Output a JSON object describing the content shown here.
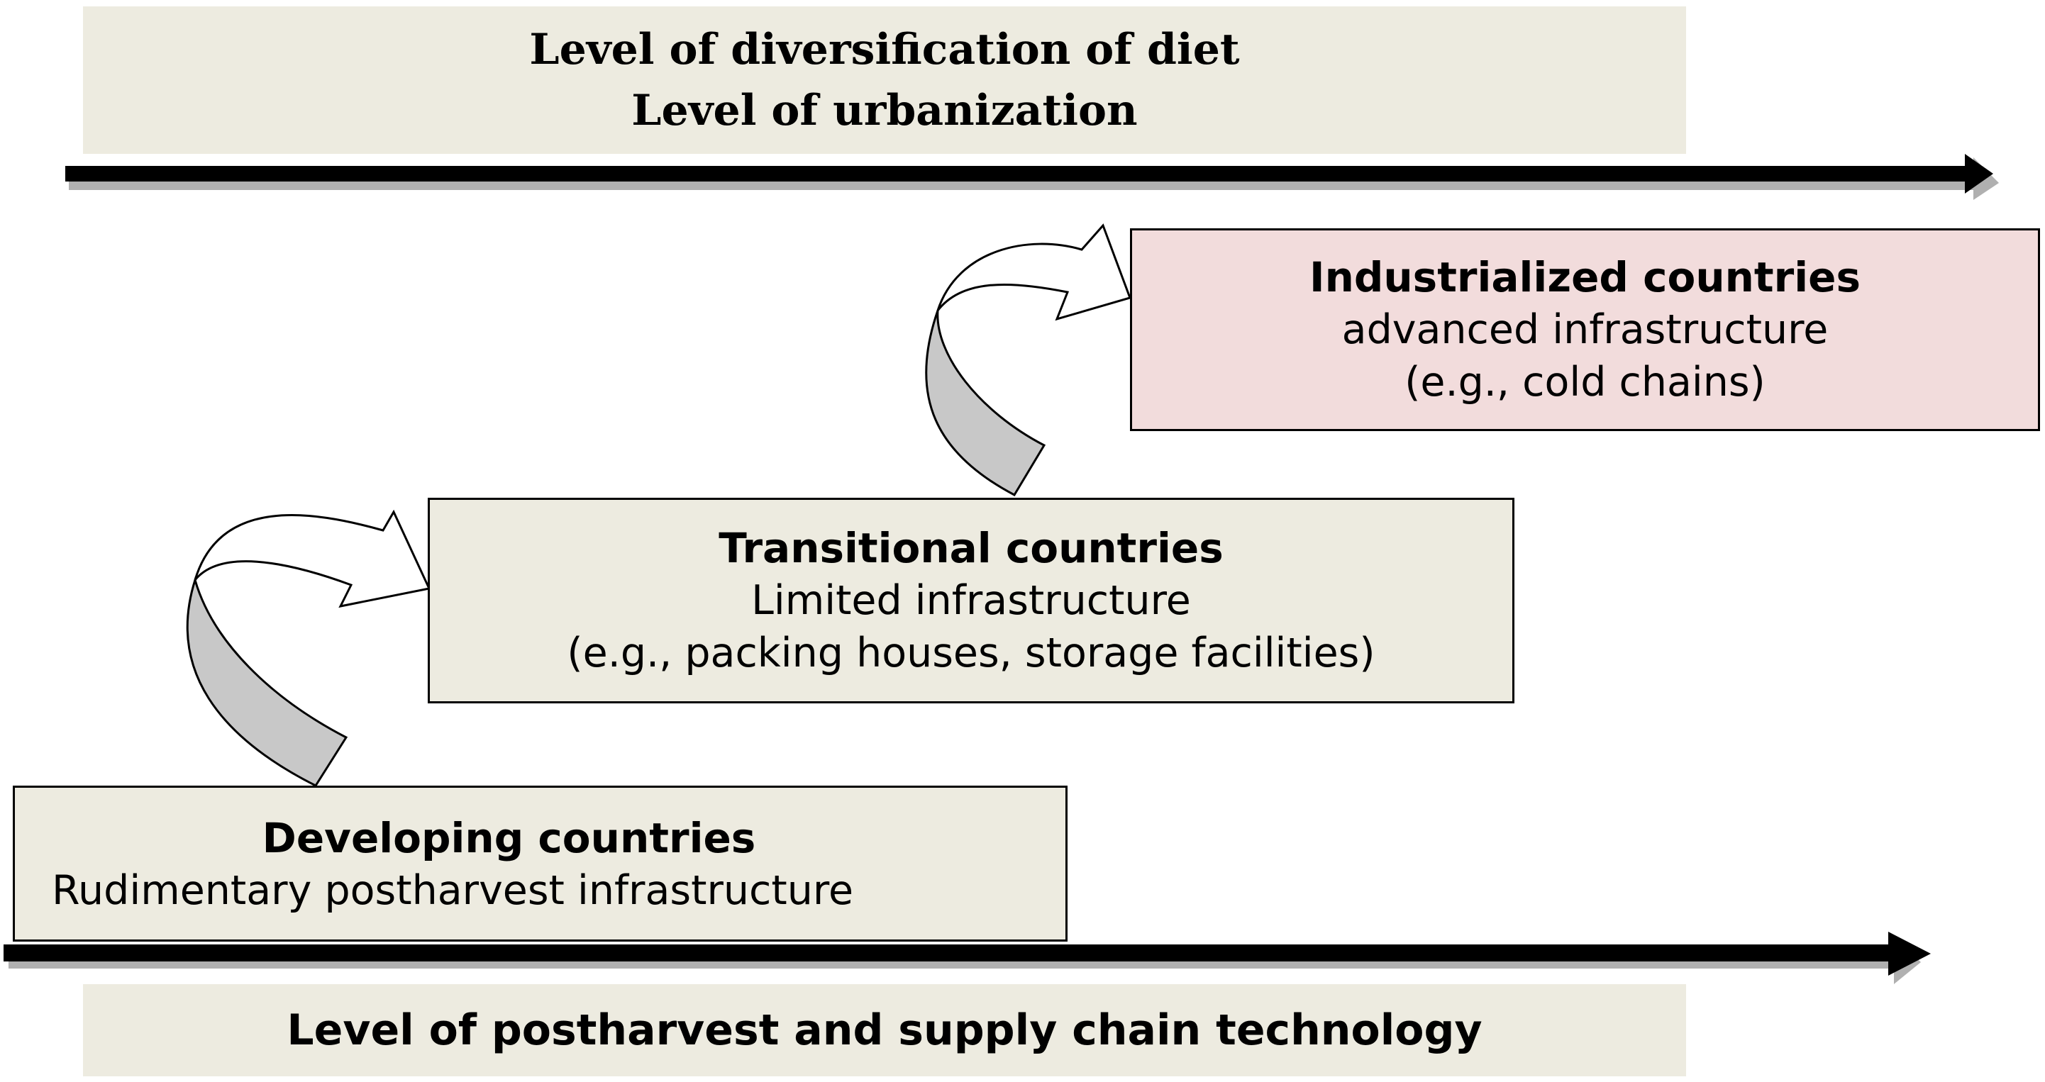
{
  "top_band": {
    "line1": "Level of diversification of diet",
    "line2": "Level of urbanization"
  },
  "bottom_band": {
    "label": "Level of postharvest and supply chain technology"
  },
  "industrialized": {
    "title": "Industrialized countries",
    "line1": "advanced infrastructure",
    "line2": "(e.g., cold chains)"
  },
  "transitional": {
    "title": "Transitional countries",
    "line1": "Limited infrastructure",
    "line2": "(e.g., packing houses, storage facilities)"
  },
  "developing": {
    "title": "Developing countries",
    "line1": "Rudimentary postharvest infrastructure"
  },
  "colors": {
    "band_fill": "#edebe0",
    "industrialized_fill": "#f2dcdc",
    "curved_arrow_shade": "#c8c8c8",
    "axis_shadow": "#b0b0b0"
  },
  "icons": [
    "curved-arrow-icon",
    "axis-arrow-icon"
  ]
}
